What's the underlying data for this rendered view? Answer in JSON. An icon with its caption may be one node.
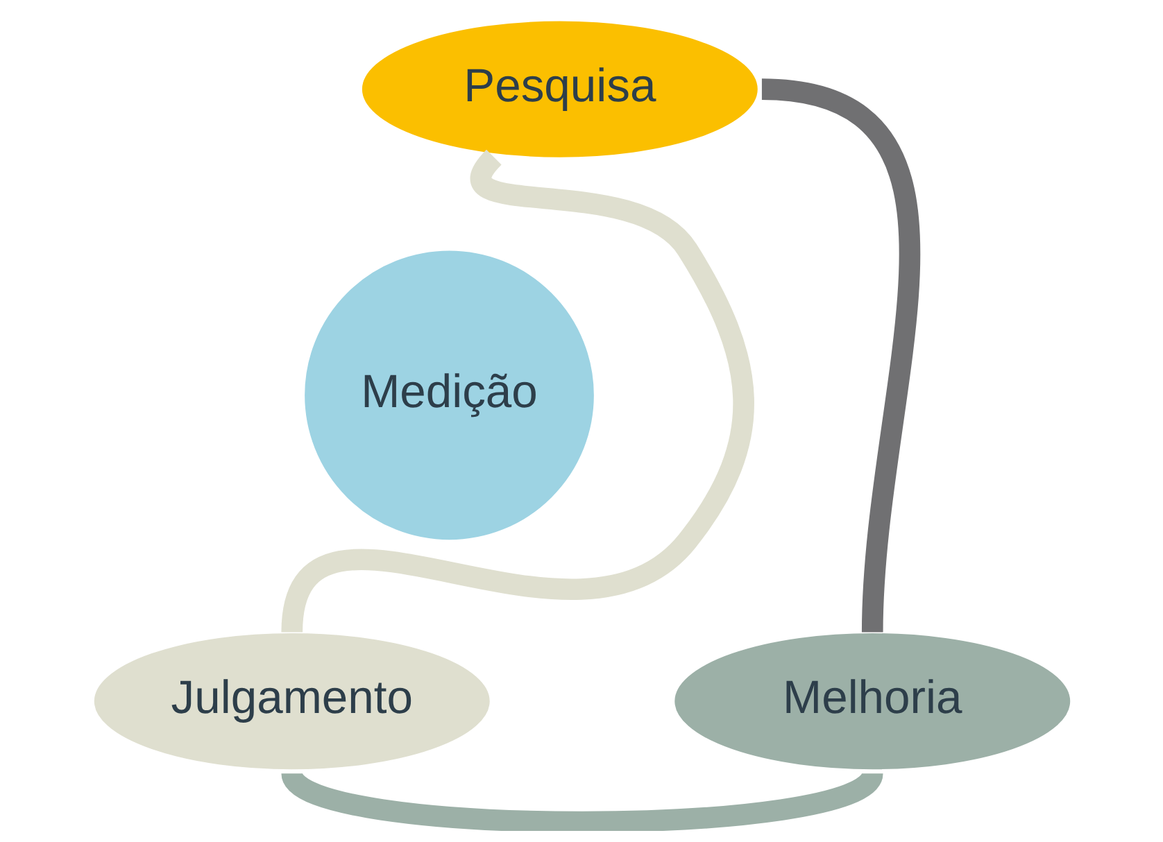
{
  "diagram": {
    "nodes": [
      {
        "text": [
          "Pesquisa"
        ]
      },
      {
        "text": [
          "Medição"
        ]
      },
      {
        "text": [
          "Julgamento"
        ]
      },
      {
        "text": [
          "Melhoria"
        ]
      }
    ],
    "edges": [
      {
        "from": 0,
        "to": 3,
        "arrow": "none",
        "color": "#707072"
      },
      {
        "from": 3,
        "to": 2,
        "arrow": "none",
        "color": "#9cb0a7"
      },
      {
        "from": 2,
        "to": 0,
        "arrow": "none",
        "color": "#dfdfcf"
      }
    ]
  }
}
